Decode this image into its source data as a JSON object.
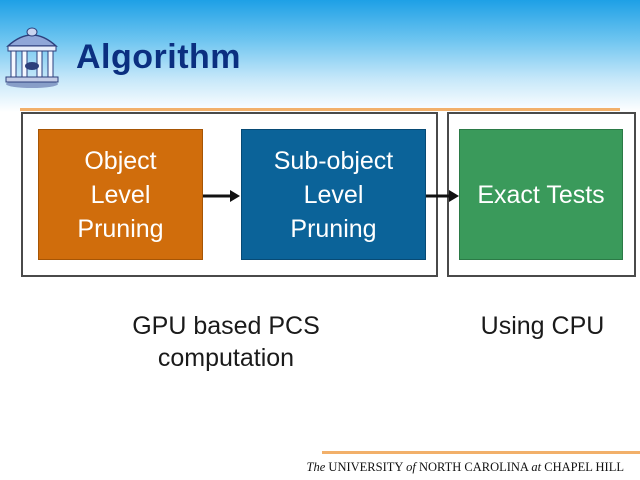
{
  "slide": {
    "title": "Algorithm"
  },
  "stages": {
    "object_pruning": [
      "Object",
      "Level",
      "Pruning"
    ],
    "subobject_pruning": [
      "Sub-object",
      "Level",
      "Pruning"
    ],
    "exact_tests": "Exact Tests"
  },
  "captions": {
    "gpu": [
      "GPU based PCS",
      "computation"
    ],
    "cpu": "Using CPU"
  },
  "footer": {
    "the": "The",
    "university": "UNIVERSITY",
    "of": "of",
    "north_carolina": "NORTH CAROLINA",
    "at": "at",
    "chapel_hill": "CHAPEL HILL"
  },
  "colors": {
    "object_stage": "#d06d0c",
    "subobject_stage": "#0b6399",
    "exact_stage": "#3a9a5b",
    "title": "#0b2f80",
    "accent_rule": "#f2b06a"
  },
  "icons": {
    "logo": "old-well-logo"
  }
}
